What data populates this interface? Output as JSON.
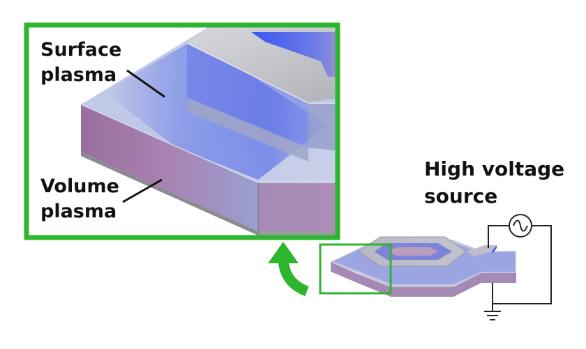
{
  "labels": {
    "surface_plasma": [
      "Surface",
      "plasma"
    ],
    "volume_plasma": [
      "Volume",
      "plasma"
    ],
    "high_voltage_source": [
      "High voltage",
      "source"
    ]
  },
  "colors": {
    "frame_green": "#2db52d",
    "plasma_blue": "#4f63e6",
    "side_mauve": "#a07aa8",
    "electrode_gray": "#b8b8bc",
    "wire": "#222222"
  },
  "icons": {
    "ac_source": "ac-source-icon",
    "ground": "ground-icon",
    "zoom_arrow": "curved-arrow-icon"
  }
}
